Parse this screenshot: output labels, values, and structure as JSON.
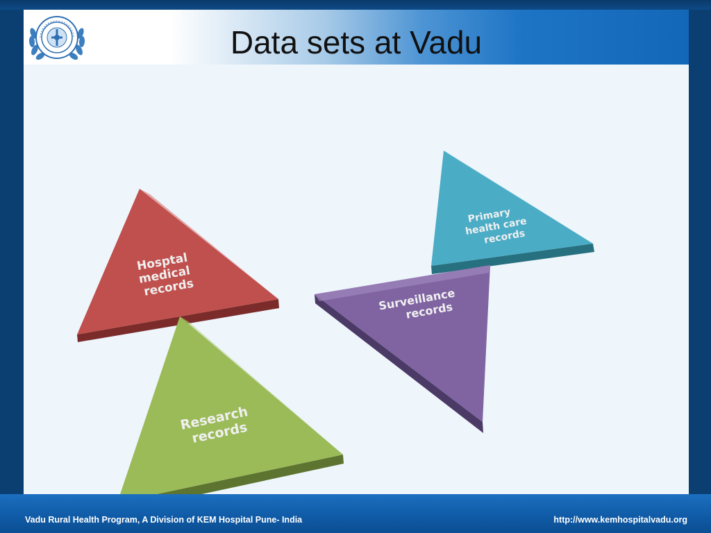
{
  "slide": {
    "title": "Data sets at Vadu"
  },
  "logo": {
    "lettering": "K.E.M. HOSPITAL PUNE"
  },
  "triangles": [
    {
      "id": "hospital",
      "lines": [
        "Hosptal",
        "medical",
        "records"
      ],
      "color": "#c0504d"
    },
    {
      "id": "research",
      "lines": [
        "Research",
        "records"
      ],
      "color": "#9bbb59"
    },
    {
      "id": "primary",
      "lines": [
        "Primary",
        "health care",
        "records"
      ],
      "color": "#4bacc6"
    },
    {
      "id": "surveillance",
      "lines": [
        "Surveillance",
        "records"
      ],
      "color": "#8064a2"
    }
  ],
  "footer": {
    "left_text": "Vadu Rural Health Program, A Division of KEM Hospital Pune- India",
    "right_text": "http://www.kemhospitalvadu.org"
  },
  "colors": {
    "background": "#0b3f72",
    "slide": "#eef6fc",
    "title_band_end": "#1467b8"
  }
}
